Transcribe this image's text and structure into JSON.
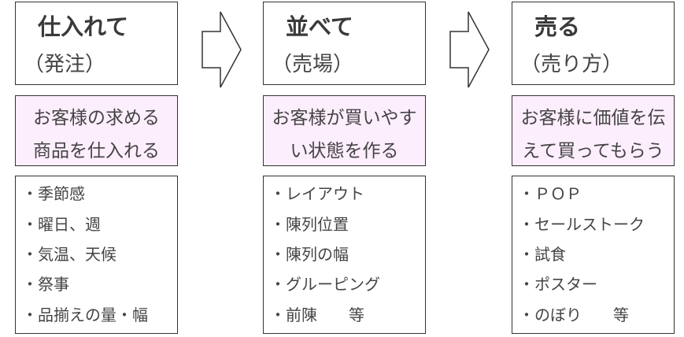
{
  "steps": [
    {
      "title": "仕入れて",
      "subtitle": "（発注）",
      "desc": [
        "お客様の求める",
        "商品を仕入れる"
      ],
      "items": [
        "・季節感",
        "・曜日、週",
        "・気温、天候",
        "・祭事",
        "・品揃えの量・幅"
      ]
    },
    {
      "title": "並べて",
      "subtitle": "（売場）",
      "desc": [
        "お客様が買いやす",
        "い状態を作る"
      ],
      "items": [
        "・レイアウト",
        "・陳列位置",
        "・陳列の幅",
        "・グルーピング",
        "・前陳　　等"
      ]
    },
    {
      "title": "売る",
      "subtitle": "（売り方）",
      "desc": [
        "お客様に価値を伝",
        "えて買ってもらう"
      ],
      "items": [
        "・ＰＯＰ",
        "・セールストーク",
        "・試食",
        "・ポスター",
        "・のぼり　　等"
      ]
    }
  ],
  "colors": {
    "desc_bg": "#fdeefd",
    "border": "#333333"
  }
}
